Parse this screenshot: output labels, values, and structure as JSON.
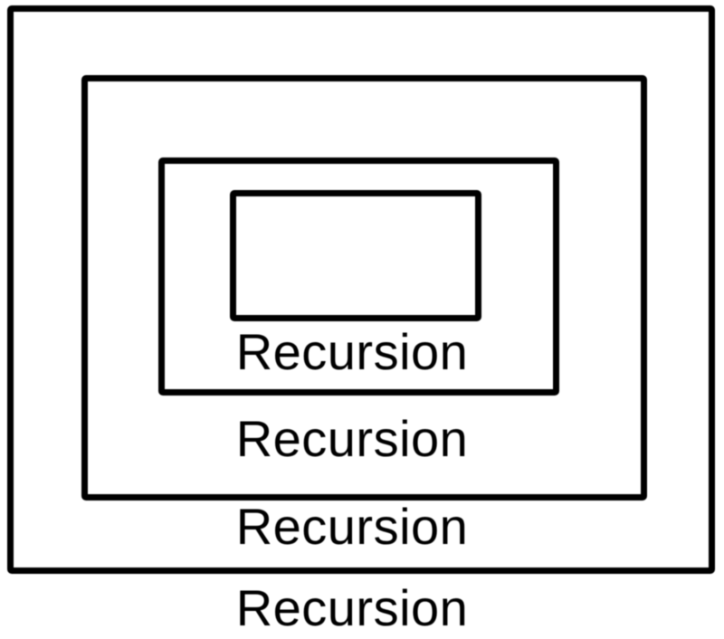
{
  "diagram": {
    "type": "nested-rectangles",
    "levels": [
      {
        "label": "Recursion"
      },
      {
        "label": "Recursion"
      },
      {
        "label": "Recursion"
      },
      {
        "label": "Recursion"
      }
    ],
    "colors": {
      "border": "#000000",
      "background": "#ffffff",
      "text": "#000000"
    }
  }
}
